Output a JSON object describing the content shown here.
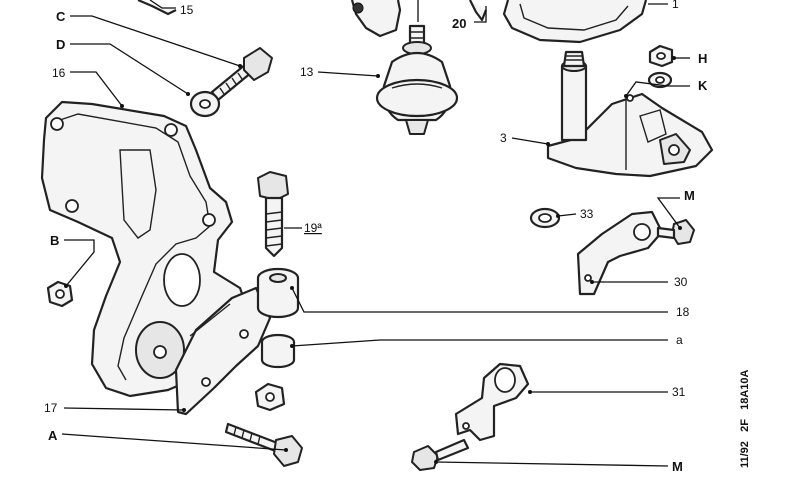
{
  "diagram": {
    "labels": {
      "c": "C",
      "d": "D",
      "n16": "16",
      "n15": "15",
      "b": "B",
      "n17": "17",
      "a_upper": "A",
      "n13": "13",
      "n20": "20",
      "n19a": "19ª",
      "n18": "18",
      "a_lower": "a",
      "n31": "31",
      "m_bottom": "M",
      "h": "H",
      "k": "K",
      "n3": "3",
      "m_right": "M",
      "n33": "33",
      "n30": "30",
      "n1": "1"
    },
    "reference": "11/92   2F   18A10A"
  }
}
